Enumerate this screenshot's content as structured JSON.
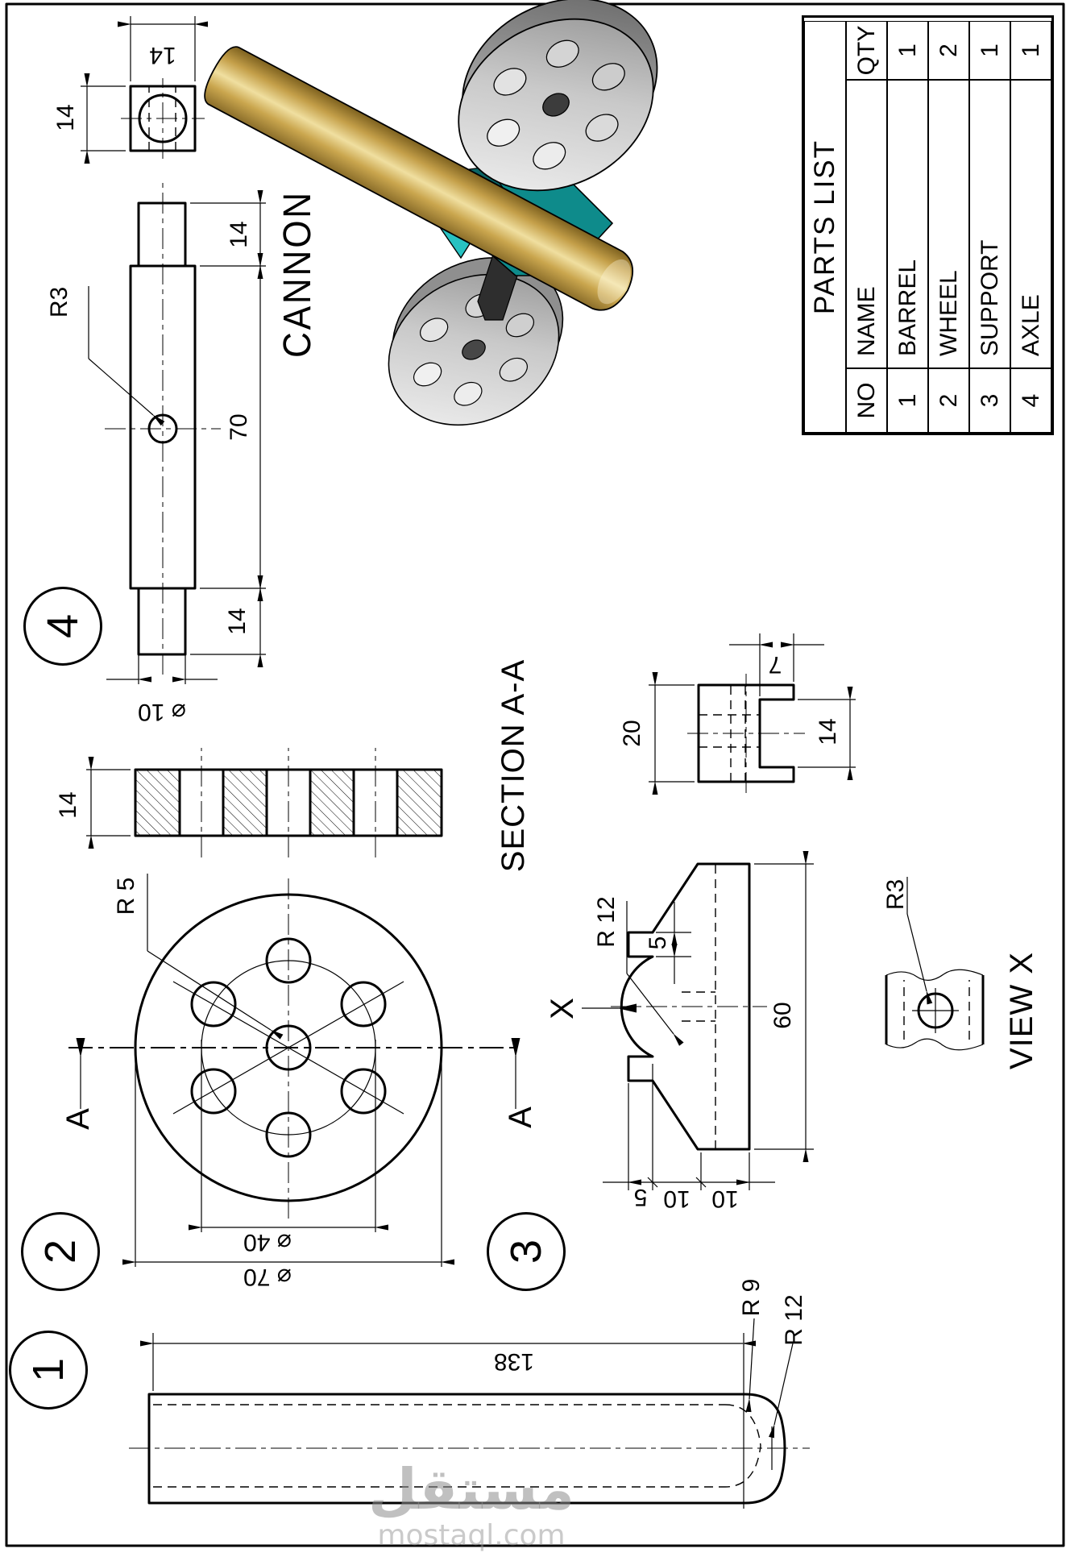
{
  "sheet_title": "CANNON",
  "parts_list": {
    "title": "PARTS LIST",
    "col_no": "NO",
    "col_name": "NAME",
    "col_qty": "QTY",
    "rows": [
      {
        "no": "1",
        "name": "BARREL",
        "qty": "1"
      },
      {
        "no": "2",
        "name": "WHEEL",
        "qty": "2"
      },
      {
        "no": "3",
        "name": "SUPPORT",
        "qty": "1"
      },
      {
        "no": "4",
        "name": "AXLE",
        "qty": "1"
      }
    ]
  },
  "badges": {
    "barrel": "1",
    "wheel": "2",
    "support": "3",
    "axle": "4"
  },
  "axle": {
    "dim_end_face": "14",
    "dim_sq_side": "14",
    "dim_end_right": "14",
    "dim_body": "70",
    "dim_end_left": "14",
    "dim_dia": "⌀ 10",
    "r_hole": "R3"
  },
  "wheel": {
    "r_hole": "R 5",
    "dia_bolt": "⌀ 40",
    "dia_outer": "⌀ 70",
    "section_title": "SECTION A-A",
    "dim_thick": "14",
    "cut_a1": "A",
    "cut_a2": "A"
  },
  "support": {
    "dim_w": "20",
    "dim_d": "14",
    "dim_step": "7",
    "dim_tab": "5",
    "chain_1": "5",
    "chain_2": "10",
    "chain_3": "10",
    "dim_len": "60",
    "r_cradle": "R 12",
    "x_letter": "X",
    "view_title": "VIEW X",
    "r_hole": "R3"
  },
  "barrel": {
    "dim_len": "138",
    "r_bore": "R 9",
    "r_outer": "R 12"
  },
  "watermark": {
    "arabic": "مستقل",
    "domain": "mostaql.com"
  },
  "colors": {
    "line": "#000000",
    "paper": "#ffffff",
    "render_gold": "#caa64e",
    "render_gold_light": "#f3e3ab",
    "render_teal": "#0e8b8b",
    "render_teal_light": "#27c2c2",
    "render_wheel_light": "#f2f2f2",
    "render_wheel_dark": "#6f6f6f"
  }
}
